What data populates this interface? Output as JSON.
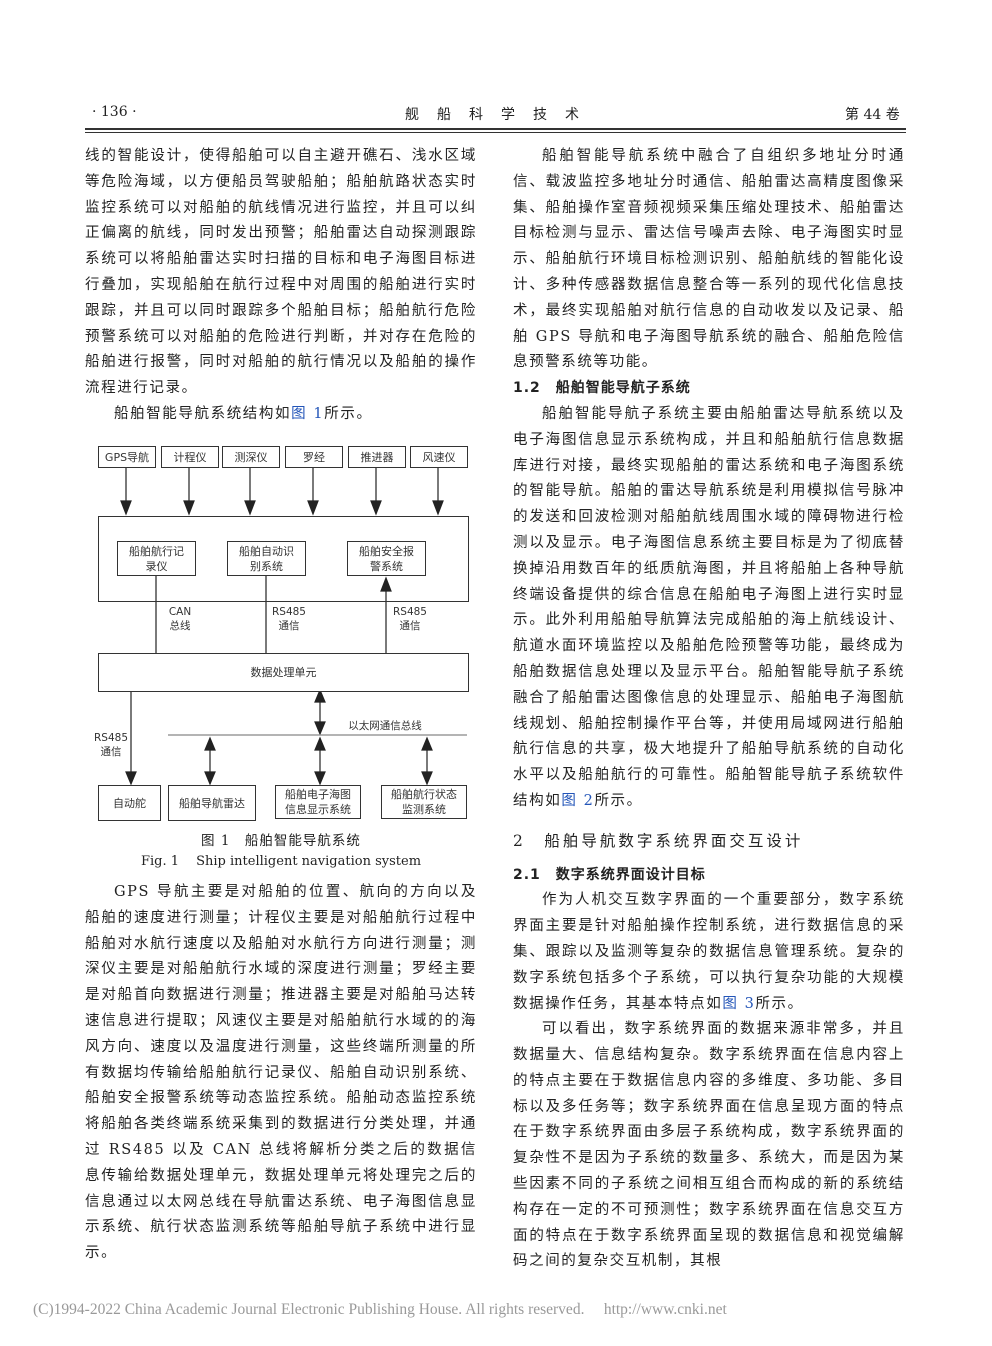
{
  "header": {
    "page": "· 136 ·",
    "journal": "舰　船　科　学　技　术",
    "volume": "第 44 卷"
  },
  "left": {
    "p1": "线的智能设计，使得船舶可以自主避开礁石、浅水区域等危险海域，以方便船员驾驶船舶；船舶航路状态实时监控系统可以对船舶的航线情况进行监控，并且可以纠正偏离的航线，同时发出预警；船舶雷达自动探测跟踪系统可以将船舶雷达实时扫描的目标和电子海图目标进行叠加，实现船舶在航行过程中对周围的船舶进行实时跟踪，并且可以同时跟踪多个船舶目标；船舶航行危险预警系统可以对船舶的危险进行判断，并对存在危险的船舶进行报警，同时对船舶的航行情况以及船舶的操作流程进行记录。",
    "p2_a": "船舶智能导航系统结构如",
    "p2_link": "图 1",
    "p2_b": "所示。",
    "p3": "GPS 导航主要是对船舶的位置、航向的方向以及船舶的速度进行测量；计程仪主要是对船舶航行过程中船舶对水航行速度以及船舶对水航行方向进行测量；测深仪主要是对船舶航行水域的深度进行测量；罗经主要是对船首向数据进行测量；推进器主要是对船舶马达转速信息进行提取；风速仪主要是对船舶航行水域的的海风方向、速度以及温度进行测量，这些终端所测量的所有数据均传输给船舶航行记录仪、船舶自动识别系统、船舶安全报警系统等动态监控系统。船舶动态监控系统将船舶各类终端系统采集到的数据进行分类处理，并通过 RS485 以及 CAN 总线将解析分类之后的数据信息传输给数据处理单元，数据处理单元将处理完之后的信息通过以太网总线在导航雷达系统、电子海图信息显示系统、航行状态监测系统等船舶导航子系统中进行显示。"
  },
  "figure": {
    "sensors": [
      "GPS导航",
      "计程仪",
      "测深仪",
      "罗经",
      "推进器",
      "风速仪"
    ],
    "monitors": [
      "船舶航行记录仪",
      "船舶自动识别系统",
      "船舶安全报警系统"
    ],
    "links": [
      "CAN总线",
      "RS485通信",
      "RS485通信"
    ],
    "processor": "数据处理单元",
    "bus": "以太网通信总线",
    "rs485_left": "RS485通信",
    "outputs": [
      "自动舵",
      "船舶导航雷达",
      "船舶电子海图信息显示系统",
      "船舶航行状态监测系统"
    ],
    "caption_cn": "图 1　船舶智能导航系统",
    "caption_en": "Fig. 1　 Ship intelligent navigation system"
  },
  "right": {
    "p1": "船舶智能导航系统中融合了自组织多地址分时通信、载波监控多地址分时通信、船舶雷达高精度图像采集、船舶操作室音频视频采集压缩处理技术、船舶雷达目标检测与显示、雷达信号噪声去除、电子海图实时显示、船舶航行环境目标检测识别、船舶航线的智能化设计、多种传感器数据信息整合等一系列的现代化信息技术，最终实现船舶对航行信息的自动收发以及记录、船舶 GPS 导航和电子海图导航系统的融合、船舶危险信息预警系统等功能。",
    "h12": "1.2　船舶智能导航子系统",
    "p2_a": "船舶智能导航子系统主要由船舶雷达导航系统以及电子海图信息显示系统构成，并且和船舶航行信息数据库进行对接，最终实现船舶的雷达系统和电子海图系统的智能导航。船舶的雷达导航系统是利用模拟信号脉冲的发送和回波检测对船舶航线周围水域的障碍物进行检测以及显示。电子海图信息系统主要目标是为了彻底替换掉沿用数百年的纸质航海图，并且将船舶上各种导航终端设备提供的综合信息在船舶电子海图上进行实时显示。此外利用船舶导航算法完成船舶的海上航线设计、航道水面环境监控以及船舶危险预警等功能，最终成为船舶数据信息处理以及显示平台。船舶智能导航子系统融合了船舶雷达图像信息的处理显示、船舶电子海图航线规划、船舶控制操作平台等，并使用局域网进行船舶航行信息的共享，极大地提升了船舶导航系统的自动化水平以及船舶航行的可靠性。船舶智能导航子系统软件结构如",
    "p2_link": "图 2",
    "p2_b": "所示。",
    "h2": "2　船舶导航数字系统界面交互设计",
    "h21": "2.1　数字系统界面设计目标",
    "p3_a": "作为人机交互数字界面的一个重要部分，数字系统界面主要是针对船舶操作控制系统，进行数据信息的采集、跟踪以及监测等复杂的数据信息管理系统。复杂的数字系统包括多个子系统，可以执行复杂功能的大规模数据操作任务，其基本特点如",
    "p3_link": "图 3",
    "p3_b": "所示。",
    "p4": "可以看出，数字系统界面的数据来源非常多，并且数据量大、信息结构复杂。数字系统界面在信息内容上的特点主要在于数据信息内容的多维度、多功能、多目标以及多任务等；数字系统界面在信息呈现方面的特点在于数字系统界面由多层子系统构成，数字系统界面的复杂性不是因为子系统的数量多、系统大，而是因为某些因素不同的子系统之间相互组合而构成的新的系统结构存在一定的不可预测性；数字系统界面在信息交互方面的特点在于数字系统界面呈现的数据信息和视觉编解码之间的复杂交互机制，其根"
  },
  "footer": "(C)1994-2022 China Academic Journal Electronic Publishing House. All rights reserved.　 http://www.cnki.net"
}
